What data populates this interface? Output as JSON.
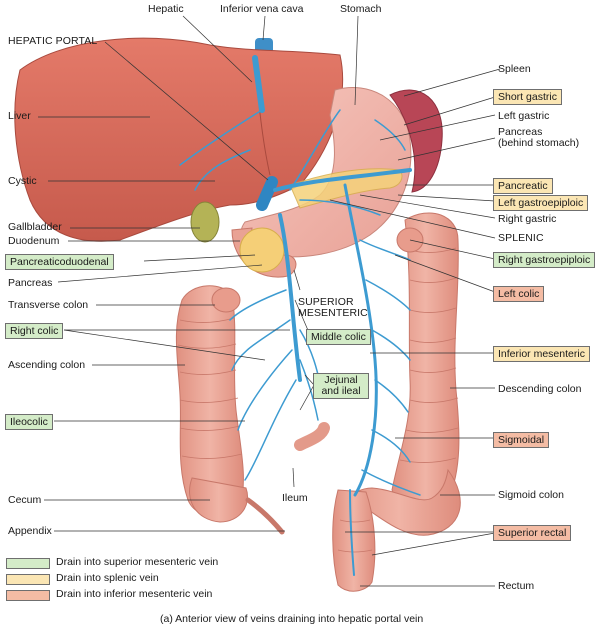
{
  "colors": {
    "superior": "#d4ecc8",
    "splenic": "#fbe6b4",
    "inferior": "#f4bca4",
    "vein": "#3d9bd1",
    "liver": "#d9695b",
    "colon": "#eaa394",
    "stomach": "#f1b7ad",
    "spleen": "#b84656"
  },
  "labels": {
    "hepatic": "Hepatic",
    "ivc": "Inferior vena cava",
    "stomach": "Stomach",
    "hepatic_portal": "HEPATIC PORTAL",
    "liver": "Liver",
    "cystic": "Cystic",
    "gallbladder": "Gallbladder",
    "duodenum": "Duodenum",
    "pancreas": "Pancreas",
    "transverse_colon": "Transverse colon",
    "ascending_colon": "Ascending colon",
    "cecum": "Cecum",
    "appendix": "Appendix",
    "superior_mesenteric_line1": "SUPERIOR",
    "superior_mesenteric_line2": "MESENTERIC",
    "ileum": "Ileum",
    "spleen": "Spleen",
    "left_gastric": "Left gastric",
    "pancreas_behind_1": "Pancreas",
    "pancreas_behind_2": "(behind stomach)",
    "right_gastric": "Right gastric",
    "splenic": "SPLENIC",
    "descending_colon": "Descending colon",
    "sigmoid_colon": "Sigmoid colon",
    "rectum": "Rectum"
  },
  "boxes": {
    "pancreaticoduodenal": "Pancreaticoduodenal",
    "right_colic": "Right colic",
    "ileocolic": "Ileocolic",
    "middle_colic": "Middle colic",
    "jejunal_1": "Jejunal",
    "jejunal_2": "and ileal",
    "short_gastric": "Short gastric",
    "pancreatic": "Pancreatic",
    "left_gastroepiploic": "Left gastroepiploic",
    "right_gastroepiploic": "Right gastroepiploic",
    "left_colic": "Left colic",
    "inferior_mesenteric": "Inferior mesenteric",
    "sigmoidal": "Sigmoidal",
    "superior_rectal": "Superior rectal"
  },
  "legend": [
    {
      "text": "Drain into superior mesenteric vein",
      "color": "#d4ecc8"
    },
    {
      "text": "Drain into splenic vein",
      "color": "#fbe6b4"
    },
    {
      "text": "Drain into inferior mesenteric vein",
      "color": "#f4bca4"
    }
  ],
  "caption": "(a) Anterior view of veins draining into hepatic portal vein"
}
